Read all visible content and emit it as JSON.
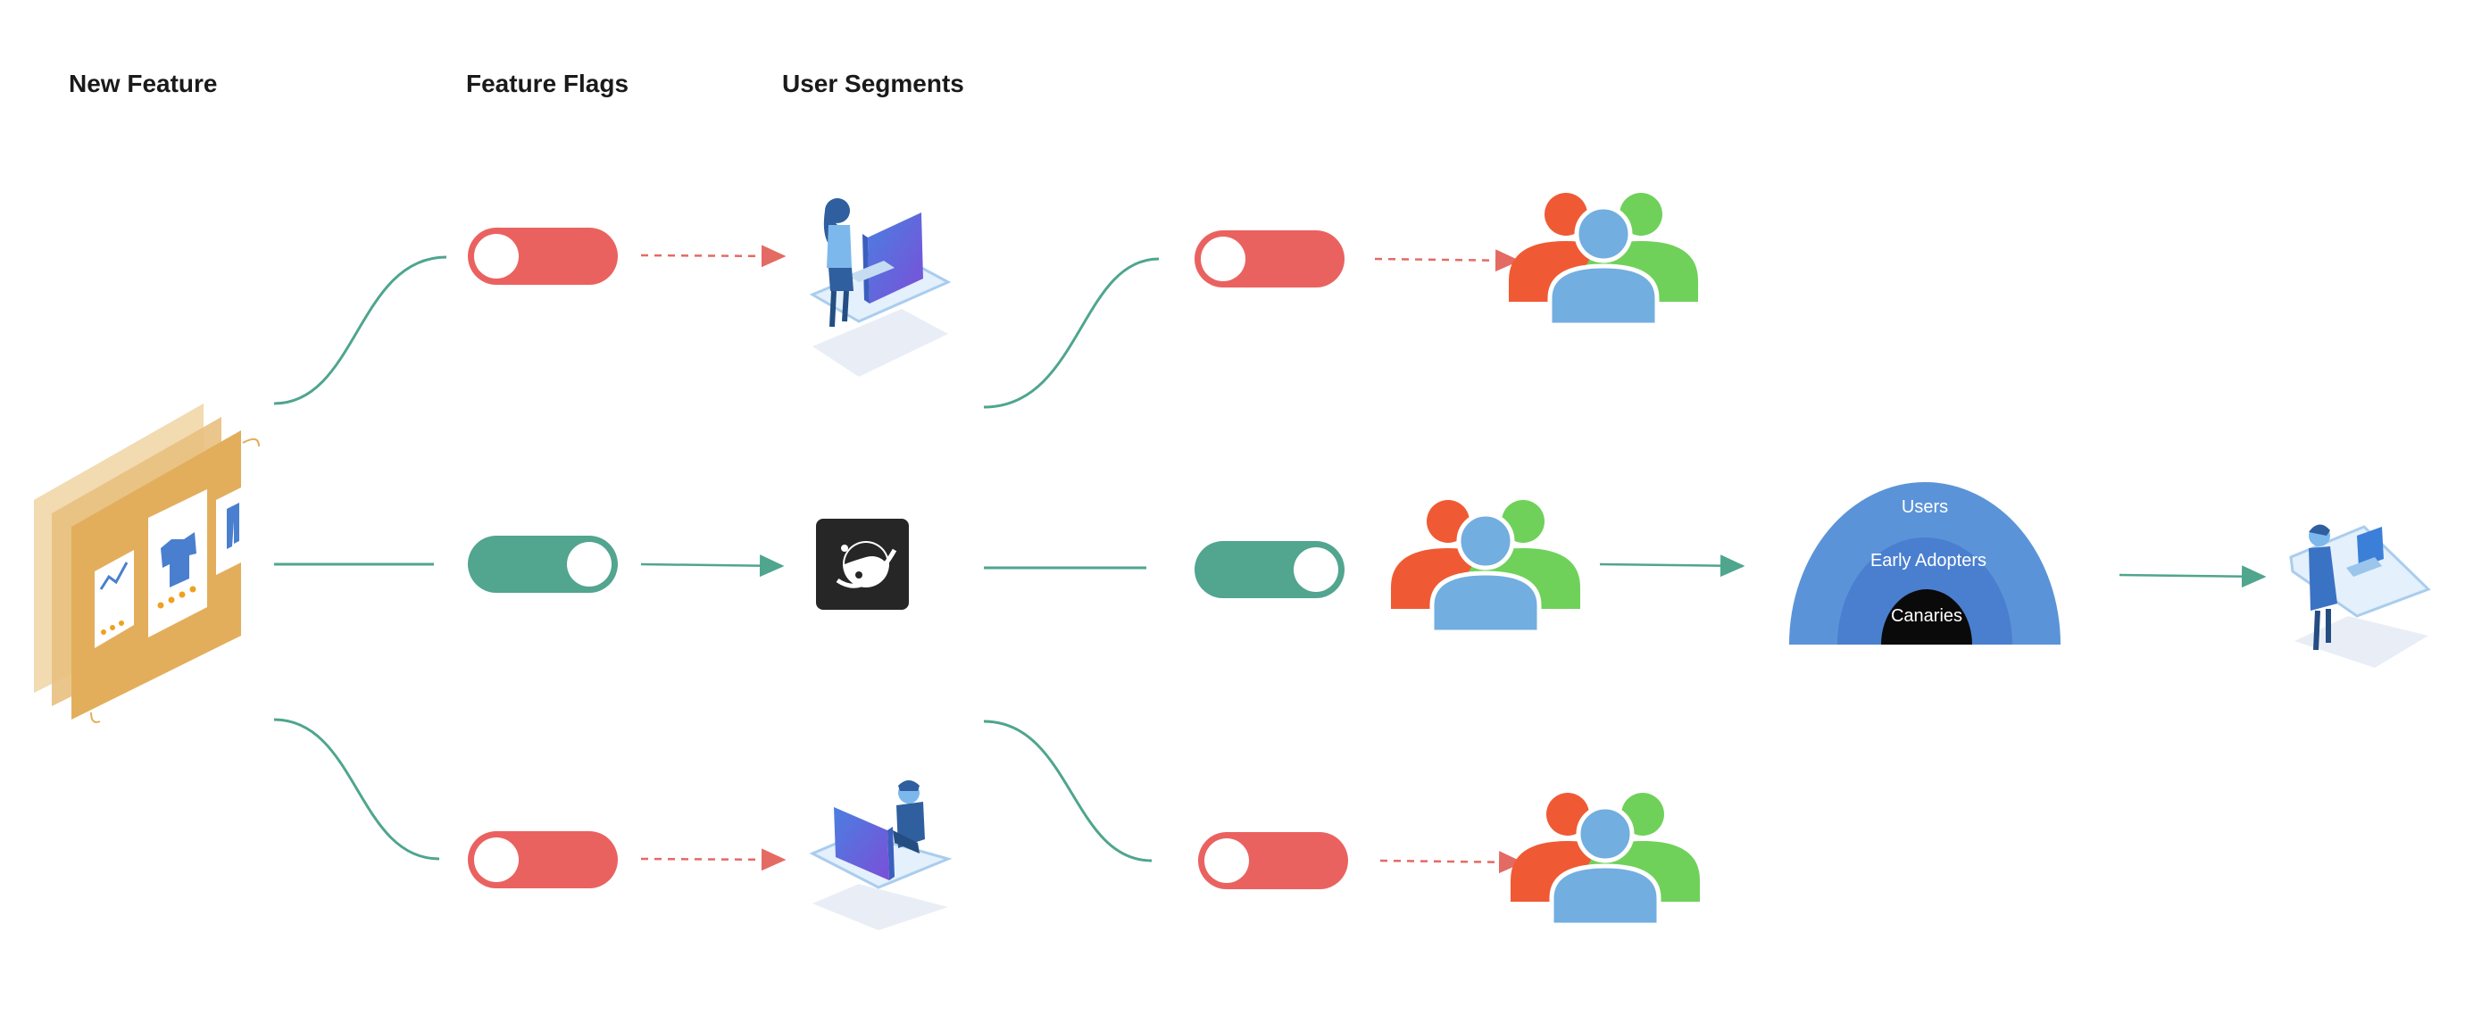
{
  "headings": {
    "new_feature": "New Feature",
    "feature_flags": "Feature Flags",
    "user_segments": "User Segments"
  },
  "rings": {
    "outer": "Users",
    "middle": "Early Adopters",
    "inner": "Canaries"
  },
  "flags": {
    "row1_a": "off",
    "row2_a": "on",
    "row3_a": "off",
    "row1_b": "off",
    "row2_b": "on",
    "row3_b": "off"
  },
  "colors": {
    "connector": "#4fa58e",
    "flag_on": "#52a58f",
    "flag_off": "#ea6260",
    "blocked_arrow": "#e46a64",
    "ring_outer": "#5b93d8",
    "ring_middle": "#4a7fcf",
    "ring_inner": "#0a0a0a",
    "user_center": "#72aee0",
    "user_left": "#ef5a34",
    "user_right": "#6fd15a",
    "feature_card": "#e3ae5c"
  },
  "icons": {
    "feature": "feature-cards-illustration",
    "segment_top": "woman-at-desk-illustration",
    "segment_middle": "flagsmith-logo-icon",
    "segment_bottom": "man-at-desk-illustration",
    "users": "user-group-icon",
    "end_user": "woman-with-laptop-illustration"
  }
}
